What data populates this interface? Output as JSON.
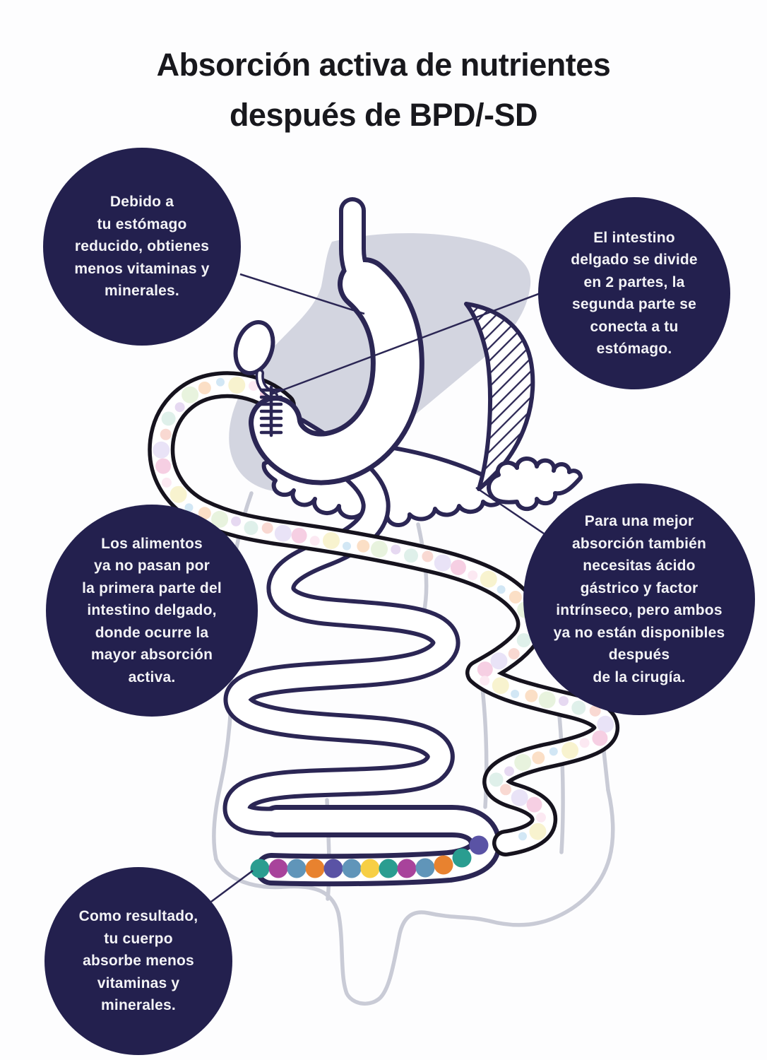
{
  "page": {
    "background": "#fdfdfe"
  },
  "title": {
    "line1": "Absorción activa de nutrientes",
    "line2": "después de BPD/-SD",
    "color": "#18181d"
  },
  "bubbles": [
    {
      "id": "stomach-reduced",
      "text": "Debido a\ntu estómago\nreducido, obtienes\nmenos vitaminas y\nminerales."
    },
    {
      "id": "intestine-divided",
      "text": "El intestino\ndelgado se divide\nen 2 partes, la\nsegunda parte se\nconecta a tu\nestómago."
    },
    {
      "id": "food-bypass",
      "text": "Los alimentos\nya no pasan por\nla primera parte del\nintestino delgado,\ndonde ocurre la\nmayor absorción\nactiva."
    },
    {
      "id": "acid-factor",
      "text": "Para una mejor\nabsorción también\nnecesitas ácido\ngástrico y factor\nintrínseco, pero ambos\nya no están disponibles\ndespués\nde la cirugía."
    },
    {
      "id": "result",
      "text": "Como resultado,\ntu cuerpo\nabsorbe menos\nvitaminas y\nminerales."
    }
  ],
  "bubble_style": {
    "fill": "#23204e",
    "text_color": "#f3f3f6"
  },
  "illustration": {
    "outline_color": "#2b2654",
    "bypassed_limb_outline_color": "#16131e",
    "liver_color": "#d3d5e0",
    "colon_outline_color": "#c9cbd6",
    "parts": [
      "liver-silhouette",
      "esophagus",
      "stomach-sleeve",
      "removed-stomach-hatched",
      "gallbladder",
      "staple-line",
      "pancreas",
      "bypassed-duodenum-limb",
      "alimentary-small-intestine",
      "common-channel",
      "colon-outline"
    ],
    "nutrient_dot_colors": [
      "#f6cfe3",
      "#fce9f2",
      "#f8f3cf",
      "#d2e7f5",
      "#fbdfc6",
      "#e8f3de",
      "#e6d9f1",
      "#dff0ea",
      "#f9d9d2",
      "#e9e3f7"
    ],
    "absorption_dot_colors": [
      "#2a9d90",
      "#a8439b",
      "#6095b9",
      "#e8822f",
      "#5a53a5",
      "#6095b9",
      "#f7cf45",
      "#2a9d90",
      "#a8439b",
      "#6095b9",
      "#e8822f",
      "#2a9d90",
      "#5a53a5"
    ]
  }
}
